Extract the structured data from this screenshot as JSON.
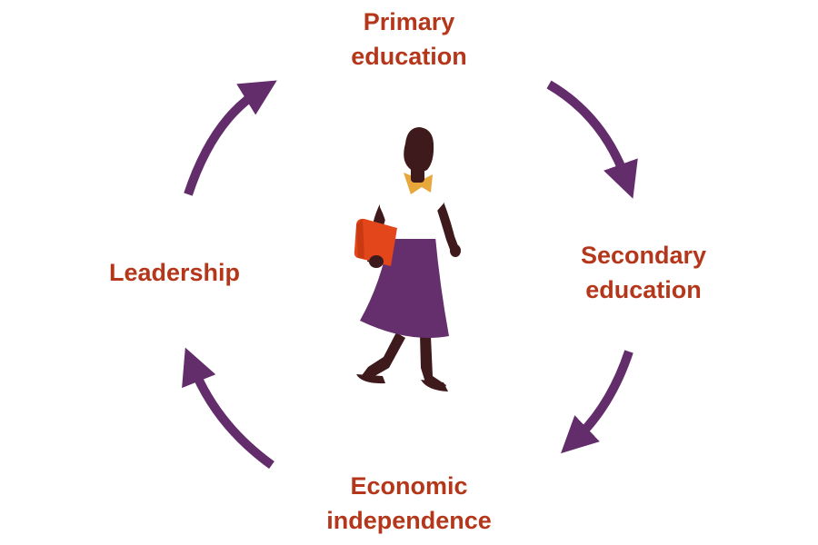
{
  "stages": {
    "primary": {
      "line1": "Primary",
      "line2": "education"
    },
    "secondary": {
      "line1": "Secondary",
      "line2": "education"
    },
    "economic": {
      "line1": "Economic",
      "line2": "independence"
    },
    "leadership": {
      "line1": "Leadership"
    }
  },
  "icons": {
    "center": "girl-walking-icon",
    "arrows": "cycle-arrow-icon"
  },
  "colors": {
    "label_text": "#b5371b",
    "arrow": "#632c6b",
    "skirt": "#652e6c",
    "skin": "#3e1a1c",
    "shirt": "#ffffff",
    "collar": "#e7a73a",
    "book": "#e2461a",
    "background": "#ffffff"
  }
}
